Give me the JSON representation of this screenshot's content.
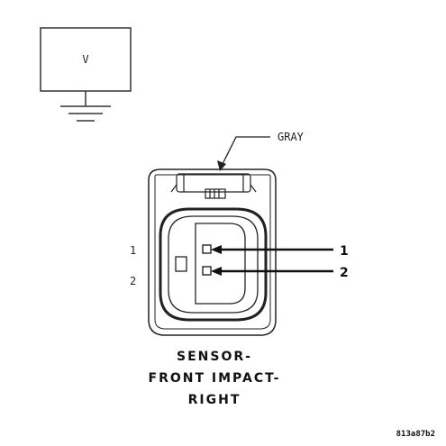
{
  "meter": {
    "symbol": "V"
  },
  "connector": {
    "color_label": "GRAY",
    "cavity_numbers": [
      "1",
      "2"
    ],
    "pin_callouts": [
      "1",
      "2"
    ]
  },
  "title": {
    "lines": [
      "SENSOR-",
      "FRONT IMPACT-",
      "RIGHT"
    ]
  },
  "figure_code": "813a87b2"
}
